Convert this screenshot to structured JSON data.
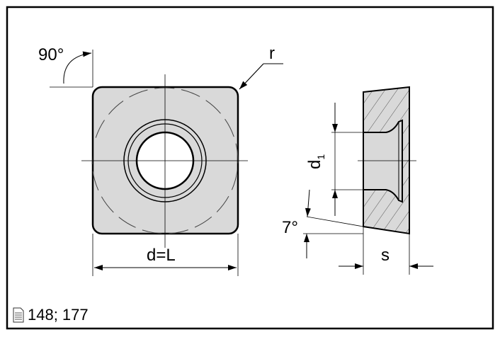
{
  "labels": {
    "angle_90": "90°",
    "radius": "r",
    "d1": "d",
    "d1_sub": "1",
    "angle_7": "7°",
    "thickness": "s",
    "diameter": "d=L"
  },
  "reference": {
    "icon": "document-icon",
    "text": "148; 177"
  },
  "colors": {
    "fill": "#d9d9d9",
    "stroke": "#000000"
  }
}
